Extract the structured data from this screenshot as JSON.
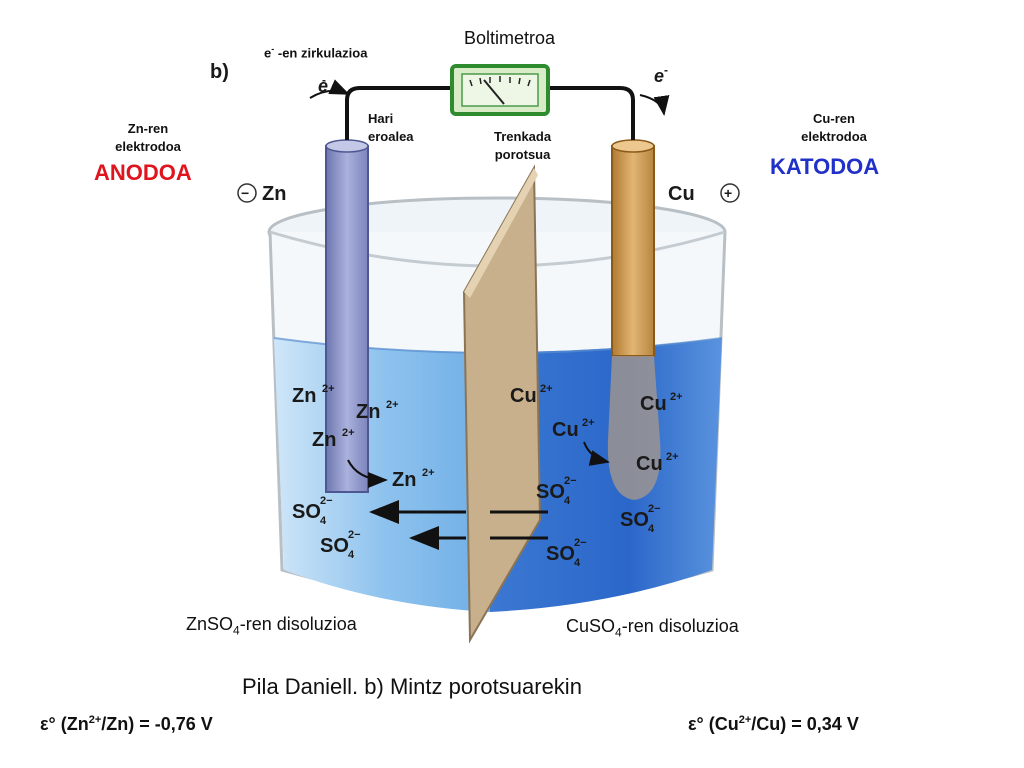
{
  "colors": {
    "anode_label": "#e0141e",
    "cathode_label": "#2030c8",
    "zn_electrode": "#8a93c8",
    "cu_electrode": "#c99a52",
    "barrier": "#c8b08c",
    "solution_left": "#8fc3ee",
    "solution_right": "#2b67c9",
    "voltmeter_face": "#d8ecc8",
    "voltmeter_frame": "#2e8b2e"
  },
  "top": {
    "voltmeter_title": "Boltimetroa",
    "electron_flow_label": "-en zirkulazioa",
    "electron_symbol": "e",
    "electron_superscript": "-",
    "panel_letter": "b)",
    "wire_label_line1": "Hari",
    "wire_label_line2": "eroalea",
    "porous_label_line1": "Trenkada",
    "porous_label_line2": "porotsua"
  },
  "anode": {
    "line1": "Zn-ren",
    "line2": "elektrodoa",
    "name": "ANODOA",
    "symbol": "Zn",
    "sign": "−"
  },
  "cathode": {
    "line1": "Cu-ren",
    "line2": "elektrodoa",
    "name": "KATODOA",
    "symbol": "Cu",
    "sign": "+"
  },
  "ions": {
    "zn": "Zn",
    "zn_charge": "2+",
    "cu": "Cu",
    "cu_charge": "2+",
    "so4": "SO",
    "so4_sub": "4",
    "so4_charge": "2−"
  },
  "solutions": {
    "left_pre": "ZnSO",
    "left_sub": "4",
    "left_post": "-ren disoluzioa",
    "right_pre": "CuSO",
    "right_sub": "4",
    "right_post": "-ren disoluzioa"
  },
  "caption": "Pila Daniell.  b) Mintz porotsuarekin",
  "potentials": {
    "left_pre": "ε° (Zn",
    "left_sup": "2+",
    "left_post": "/Zn) = -0,76 V",
    "right_pre": "ε° (Cu",
    "right_sup": "2+",
    "right_post": "/Cu) = 0,34 V"
  }
}
